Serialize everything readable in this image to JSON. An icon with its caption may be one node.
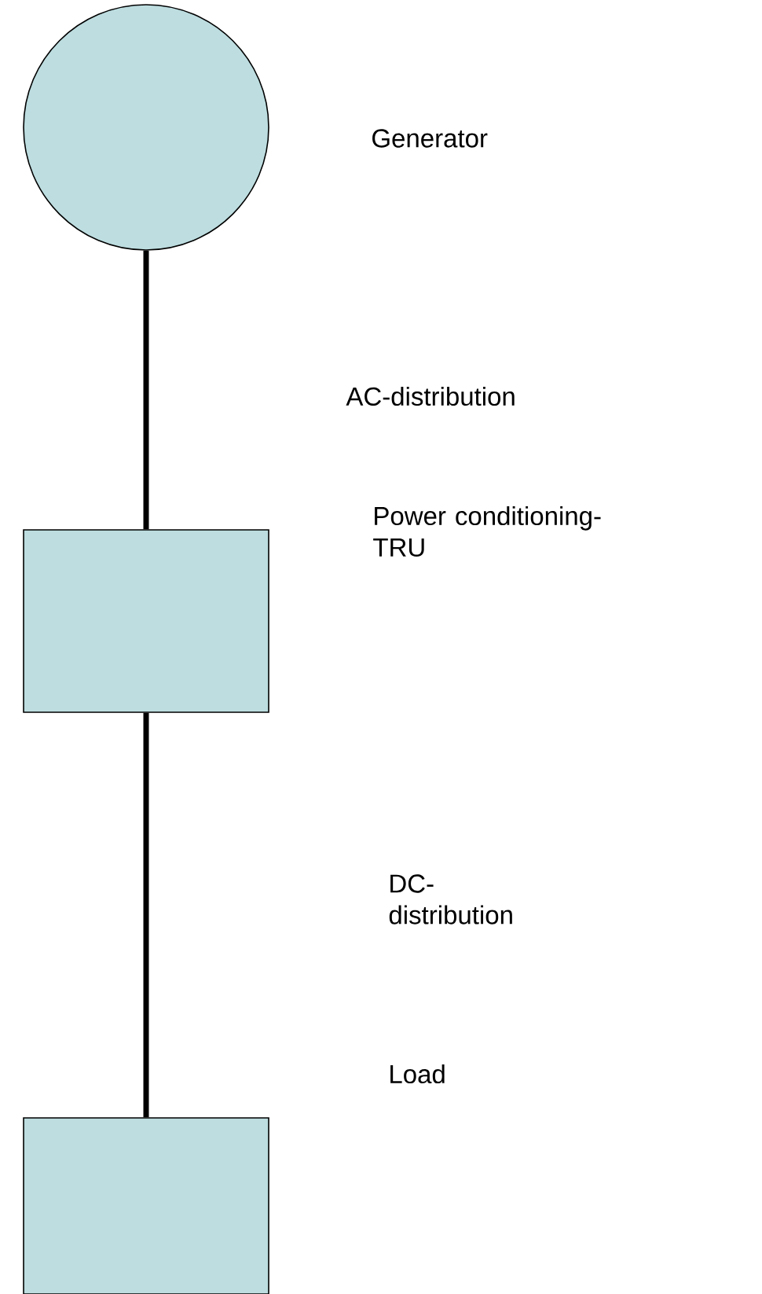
{
  "diagram": {
    "nodes": [
      {
        "text": [],
        "shape": "circle",
        "beside": [
          "Generator"
        ]
      },
      {
        "text": [],
        "shape": "box"
      },
      {
        "text": [],
        "shape": "box"
      }
    ],
    "edges": [
      {
        "from": 0,
        "to": 1,
        "arrow": "none"
      },
      {
        "from": 1,
        "to": 2,
        "arrow": "none"
      }
    ],
    "labels": [
      "AC-distribution",
      "Power conditioning-TRU",
      "DC-distribution",
      "Load"
    ]
  }
}
